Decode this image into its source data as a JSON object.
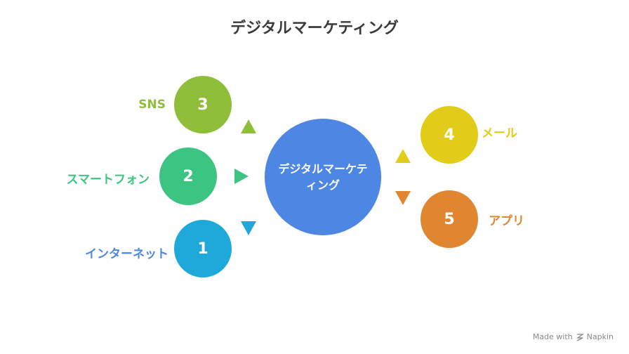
{
  "title": "デジタルマーケティング",
  "center": {
    "label": "デジタルマーケティング",
    "color": "#4E86E4"
  },
  "nodes": [
    {
      "number": "3",
      "label": "SNS",
      "color": "#8FBE3A",
      "label_color": "#8FBE3A"
    },
    {
      "number": "2",
      "label": "スマートフォン",
      "color": "#3CC483",
      "label_color": "#3CC483"
    },
    {
      "number": "1",
      "label": "インターネット",
      "color": "#1FA8DA",
      "label_color": "#4E86E4"
    },
    {
      "number": "4",
      "label": "メール",
      "color": "#E2CC1A",
      "label_color": "#E2CC1A"
    },
    {
      "number": "5",
      "label": "アプリ",
      "color": "#E08530",
      "label_color": "#E08530"
    }
  ],
  "footer": {
    "text": "Made with",
    "brand": "Napkin",
    "icon": "napkin-logo-icon"
  }
}
